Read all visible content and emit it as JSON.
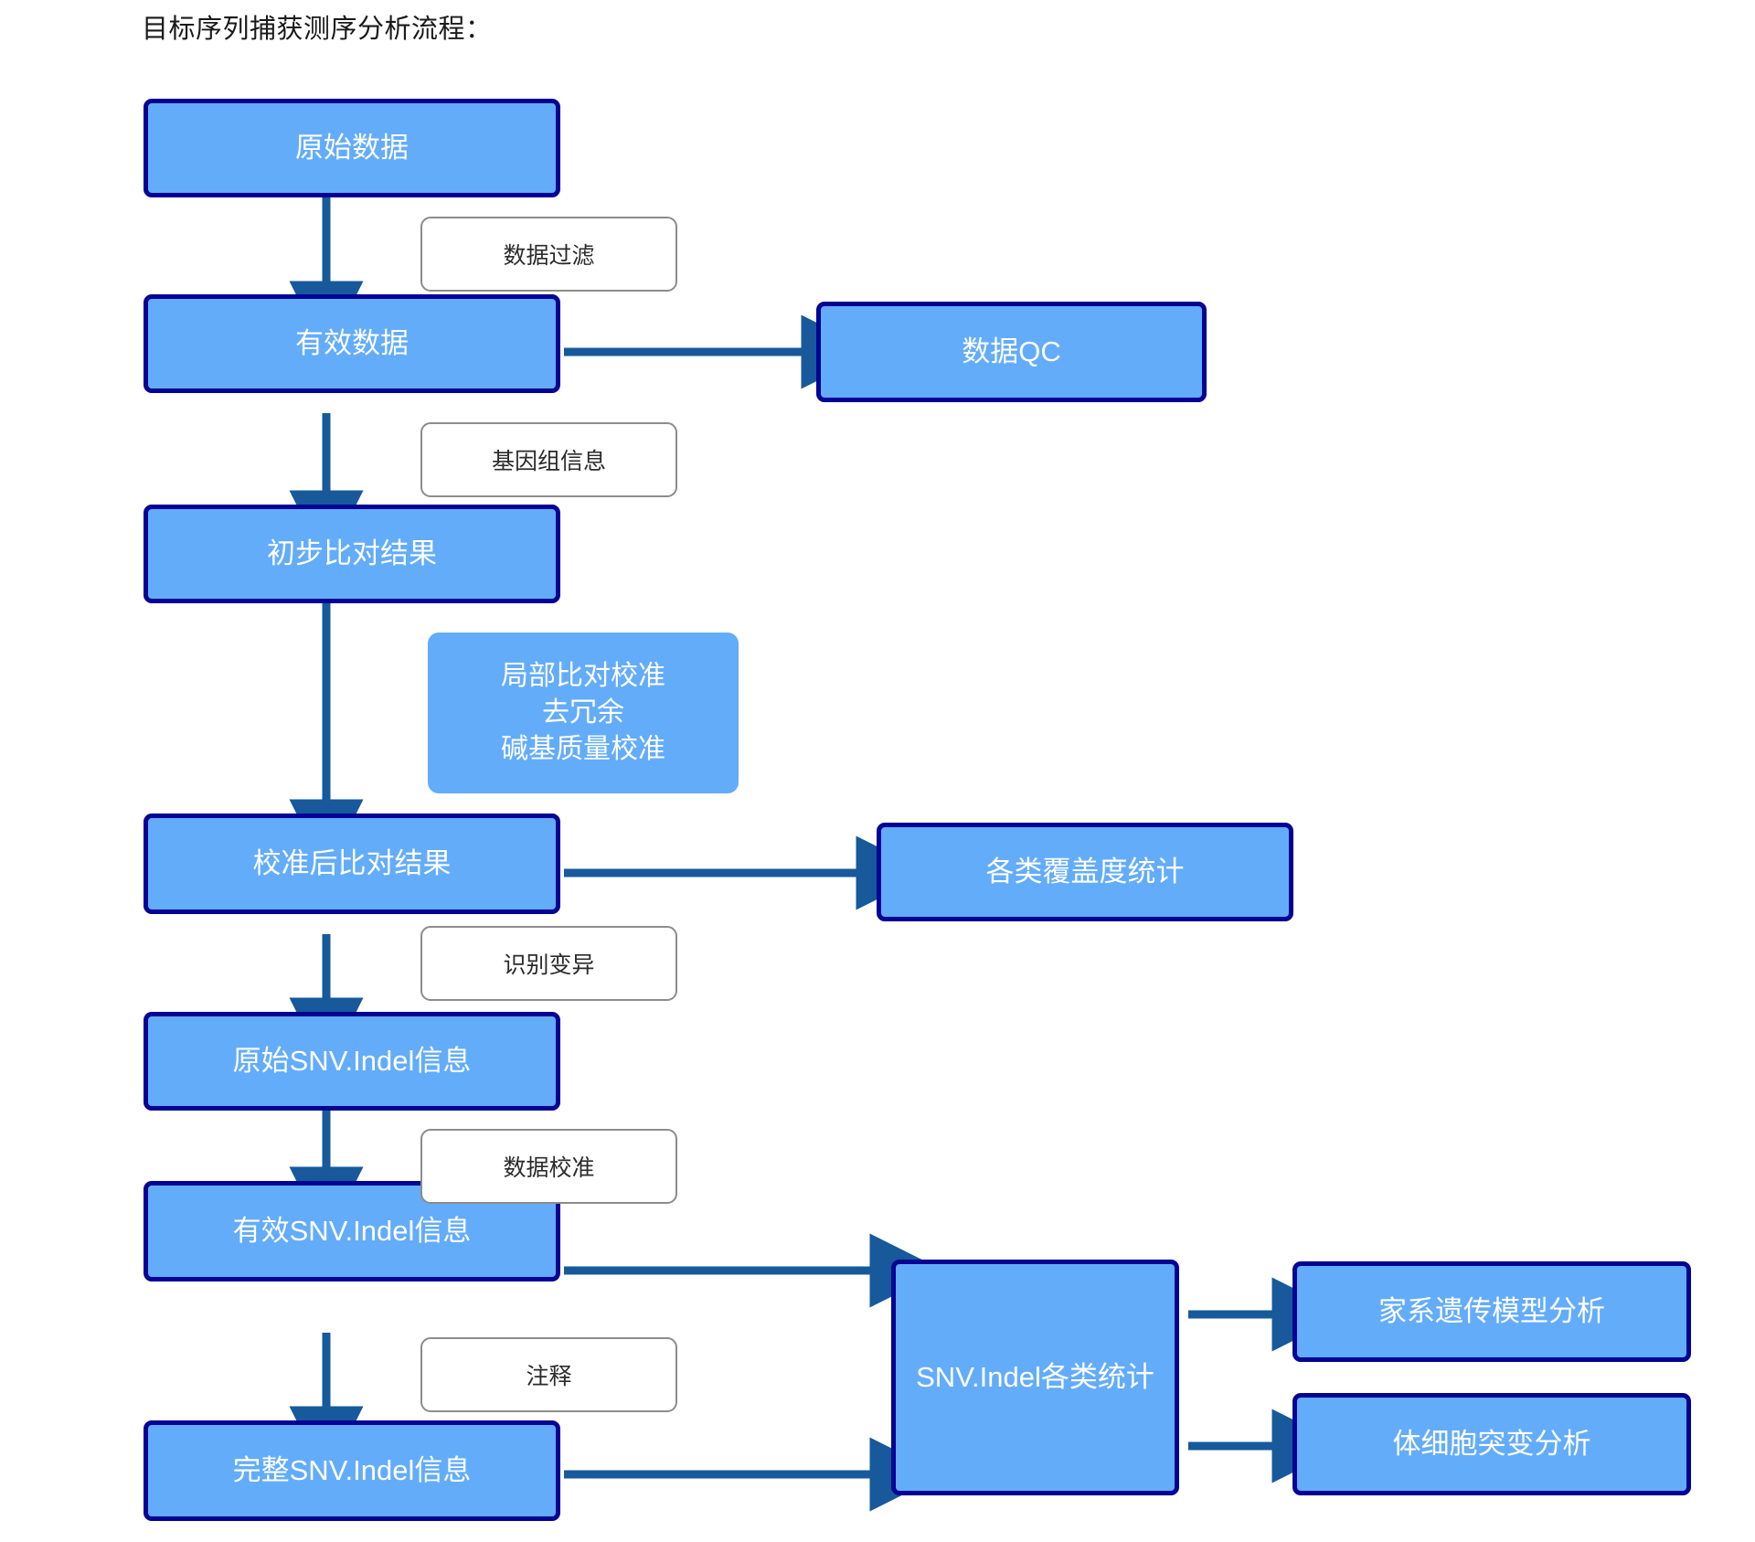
{
  "diagram": {
    "title": "目标序列捕获测序分析流程：",
    "colors": {
      "node_fill": "#63ACFA",
      "node_border": "#030394",
      "node_text": "#FFFFFF",
      "label_fill": "#FFFFFF",
      "label_border": "#8C8C8C",
      "label_text": "#2B2B2B",
      "arrow": "#17599B",
      "background": "#FFFFFF"
    },
    "nodes": [
      {
        "id": "raw-data",
        "label": "原始数据",
        "style": "bordered"
      },
      {
        "id": "clean-data",
        "label": "有效数据",
        "style": "bordered"
      },
      {
        "id": "data-qc",
        "label": "数据QC",
        "style": "bordered"
      },
      {
        "id": "initial-align",
        "label": "初步比对结果",
        "style": "bordered"
      },
      {
        "id": "realign-block",
        "label": "局部比对校准\n去冗余\n碱基质量校准",
        "style": "plain"
      },
      {
        "id": "recal-align",
        "label": "校准后比对结果",
        "style": "bordered"
      },
      {
        "id": "coverage-stats",
        "label": "各类覆盖度统计",
        "style": "bordered"
      },
      {
        "id": "raw-snv",
        "label": "原始SNV.Indel信息",
        "style": "bordered"
      },
      {
        "id": "clean-snv",
        "label": "有效SNV.Indel信息",
        "style": "bordered"
      },
      {
        "id": "full-snv",
        "label": "完整SNV.Indel信息",
        "style": "bordered"
      },
      {
        "id": "snv-stats",
        "label": "SNV.Indel各类统计",
        "style": "bordered"
      },
      {
        "id": "pedigree",
        "label": "家系遗传模型分析",
        "style": "bordered"
      },
      {
        "id": "somatic",
        "label": "体细胞突变分析",
        "style": "bordered"
      }
    ],
    "edge_labels": [
      {
        "id": "filter",
        "label": "数据过滤"
      },
      {
        "id": "genome-info",
        "label": "基因组信息"
      },
      {
        "id": "call-var",
        "label": "识别变异"
      },
      {
        "id": "recalibrate",
        "label": "数据校准"
      },
      {
        "id": "annotate",
        "label": "注释"
      }
    ],
    "edges": [
      {
        "from": "raw-data",
        "to": "clean-data",
        "label": "数据过滤"
      },
      {
        "from": "clean-data",
        "to": "data-qc",
        "label": ""
      },
      {
        "from": "clean-data",
        "to": "initial-align",
        "label": "基因组信息"
      },
      {
        "from": "initial-align",
        "to": "recal-align",
        "label": ""
      },
      {
        "from": "recal-align",
        "to": "coverage-stats",
        "label": ""
      },
      {
        "from": "recal-align",
        "to": "raw-snv",
        "label": "识别变异"
      },
      {
        "from": "raw-snv",
        "to": "clean-snv",
        "label": "数据校准"
      },
      {
        "from": "clean-snv",
        "to": "snv-stats",
        "label": ""
      },
      {
        "from": "clean-snv",
        "to": "full-snv",
        "label": "注释"
      },
      {
        "from": "full-snv",
        "to": "snv-stats",
        "label": ""
      },
      {
        "from": "snv-stats",
        "to": "pedigree",
        "label": ""
      },
      {
        "from": "snv-stats",
        "to": "somatic",
        "label": ""
      }
    ]
  }
}
